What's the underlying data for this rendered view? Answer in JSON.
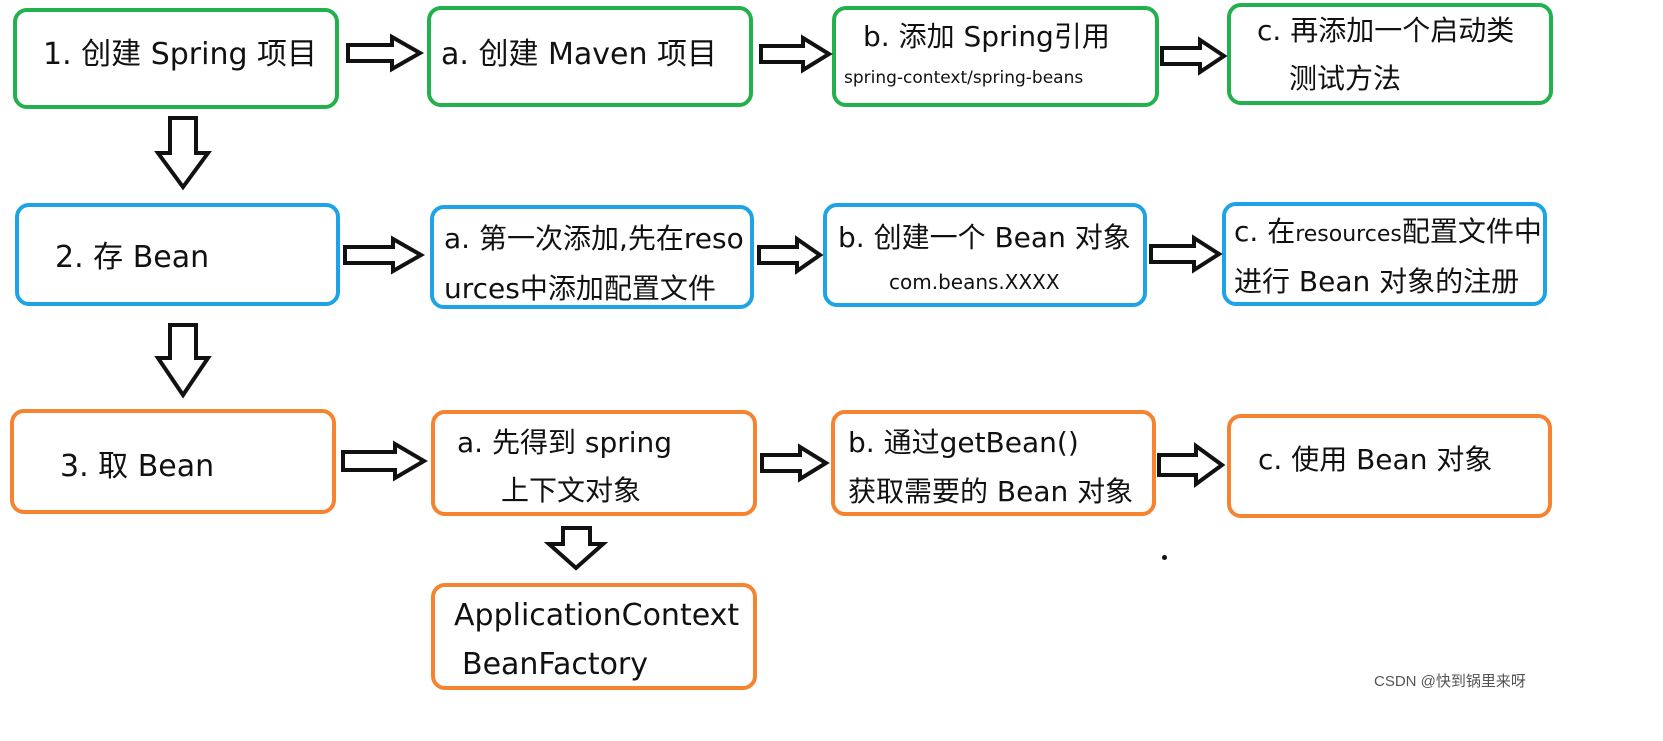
{
  "colors": {
    "green": "#22b14c",
    "blue": "#1ea3e6",
    "orange": "#f5832f",
    "arrow": "#111111"
  },
  "row1": {
    "main": "1. 创建 Spring 项目",
    "a": "a. 创建 Maven 项目",
    "b_line1": "b. 添加 Spring引用",
    "b_line2": "spring-context/spring-beans",
    "c_line1": "c. 再添加一个启动类",
    "c_line2": "测试方法"
  },
  "row2": {
    "main": "2. 存 Bean",
    "a_line1": "a. 第一次添加,先在reso",
    "a_line2": "urces中添加配置文件",
    "b_line1": "b. 创建一个 Bean 对象",
    "b_line2": "com.beans.XXXX",
    "c_line1_pre": "c. 在",
    "c_line1_small": "resources",
    "c_line1_post": "配置文件中",
    "c_line2": "进行 Bean 对象的注册"
  },
  "row3": {
    "main": "3. 取 Bean",
    "a_line1": "a. 先得到 spring",
    "a_line2": "上下文对象",
    "b_line1": "b. 通过getBean()",
    "b_line2": "获取需要的 Bean 对象",
    "c": "c. 使用 Bean 对象",
    "sub_line1": "ApplicationContext",
    "sub_line2": "BeanFactory"
  },
  "watermark": "CSDN @快到锅里来呀"
}
